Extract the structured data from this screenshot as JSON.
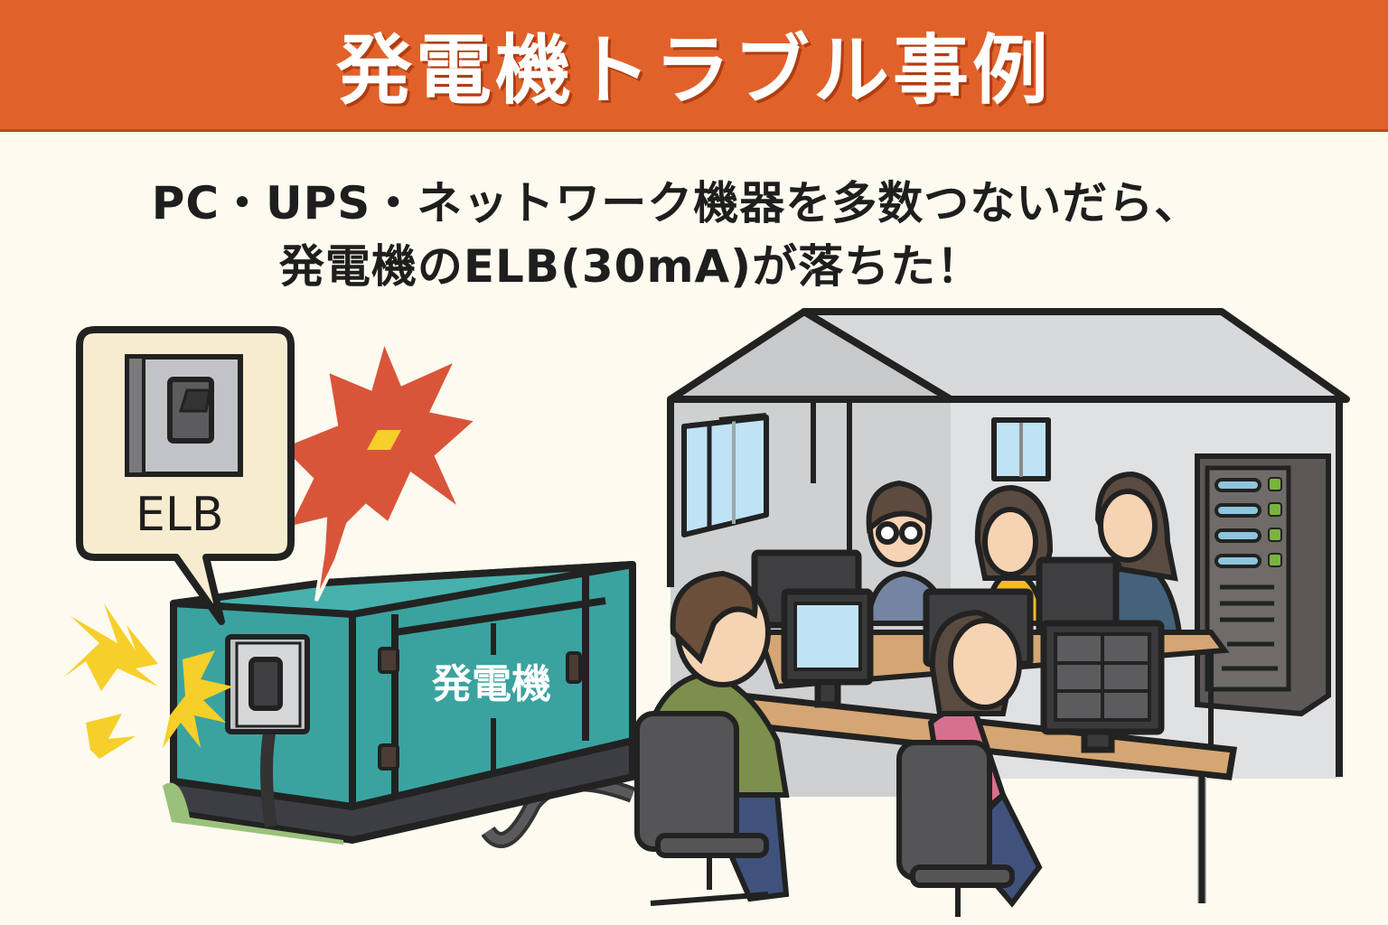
{
  "banner": {
    "title": "発電機トラブル事例",
    "background": "#e0622a"
  },
  "subtitle": {
    "line1": "PC・UPS・ネットワーク機器を多数つないだら、",
    "line2": "発電機のELB(30mA)が落ちた！"
  },
  "callout": {
    "label": "ELB",
    "icon": "breaker-switch-icon"
  },
  "generator": {
    "label": "発電機",
    "color": "#3aa39f"
  },
  "scene": {
    "icons": [
      "explosion-burst-icon",
      "spark-icon",
      "office-building",
      "server-rack",
      "desktop-monitor",
      "office-chair",
      "person"
    ],
    "colors": {
      "background": "#fdfaef",
      "burst": "#d9553a",
      "spark": "#f6cf2a",
      "building_wall": "#d8d9db",
      "roof": "#c4c5c7",
      "window": "#bfe3f5",
      "desk": "#d4a673",
      "server": "#5b5857",
      "outline": "#222222"
    }
  }
}
